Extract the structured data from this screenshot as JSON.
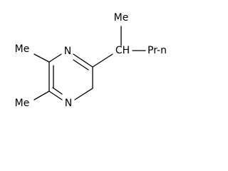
{
  "molecule": {
    "atoms": {
      "n_top": "N",
      "n_bottom": "N",
      "ch": "CH"
    },
    "substituents": {
      "methyl_upper": "Me",
      "methyl_lower": "Me",
      "methyl_side": "Me",
      "propyl": "Pr-n"
    }
  }
}
